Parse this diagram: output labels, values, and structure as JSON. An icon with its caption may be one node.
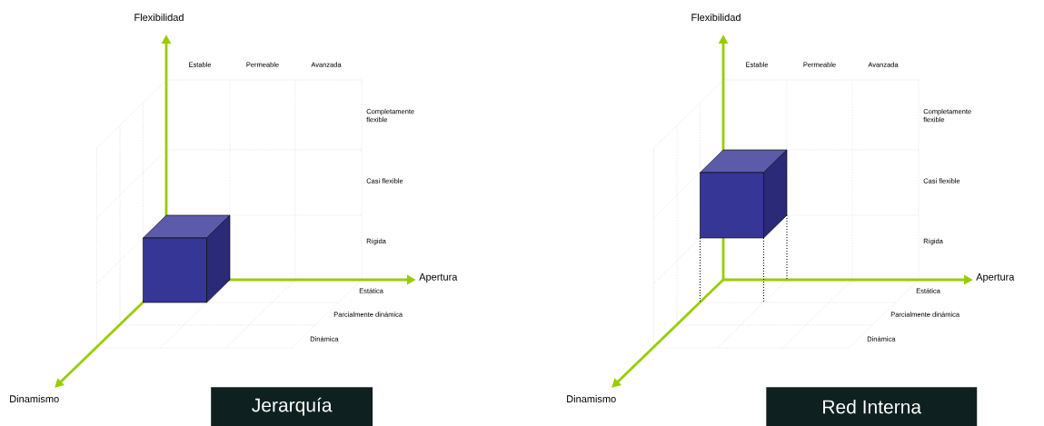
{
  "diagram": {
    "nodes": [
      {
        "text": [
          "Jerarquía"
        ]
      },
      {
        "text": [
          "Red Interna"
        ]
      }
    ],
    "labels": [
      "Flexibilidad",
      "Estable",
      "Permeable",
      "Avanzada",
      "Completamente flexible",
      "Casi flexible",
      "Rígida",
      "Apertura",
      "Estática",
      "Parcialmente dinámica",
      "Dinámica",
      "Dinamismo",
      "Flexibilidad",
      "Estable",
      "Permeable",
      "Avanzada",
      "Completamente flexible",
      "Casi flexible",
      "Rígida",
      "Apertura",
      "Estática",
      "Parcialmente dinámica",
      "Dinámica",
      "Dinamismo"
    ]
  }
}
